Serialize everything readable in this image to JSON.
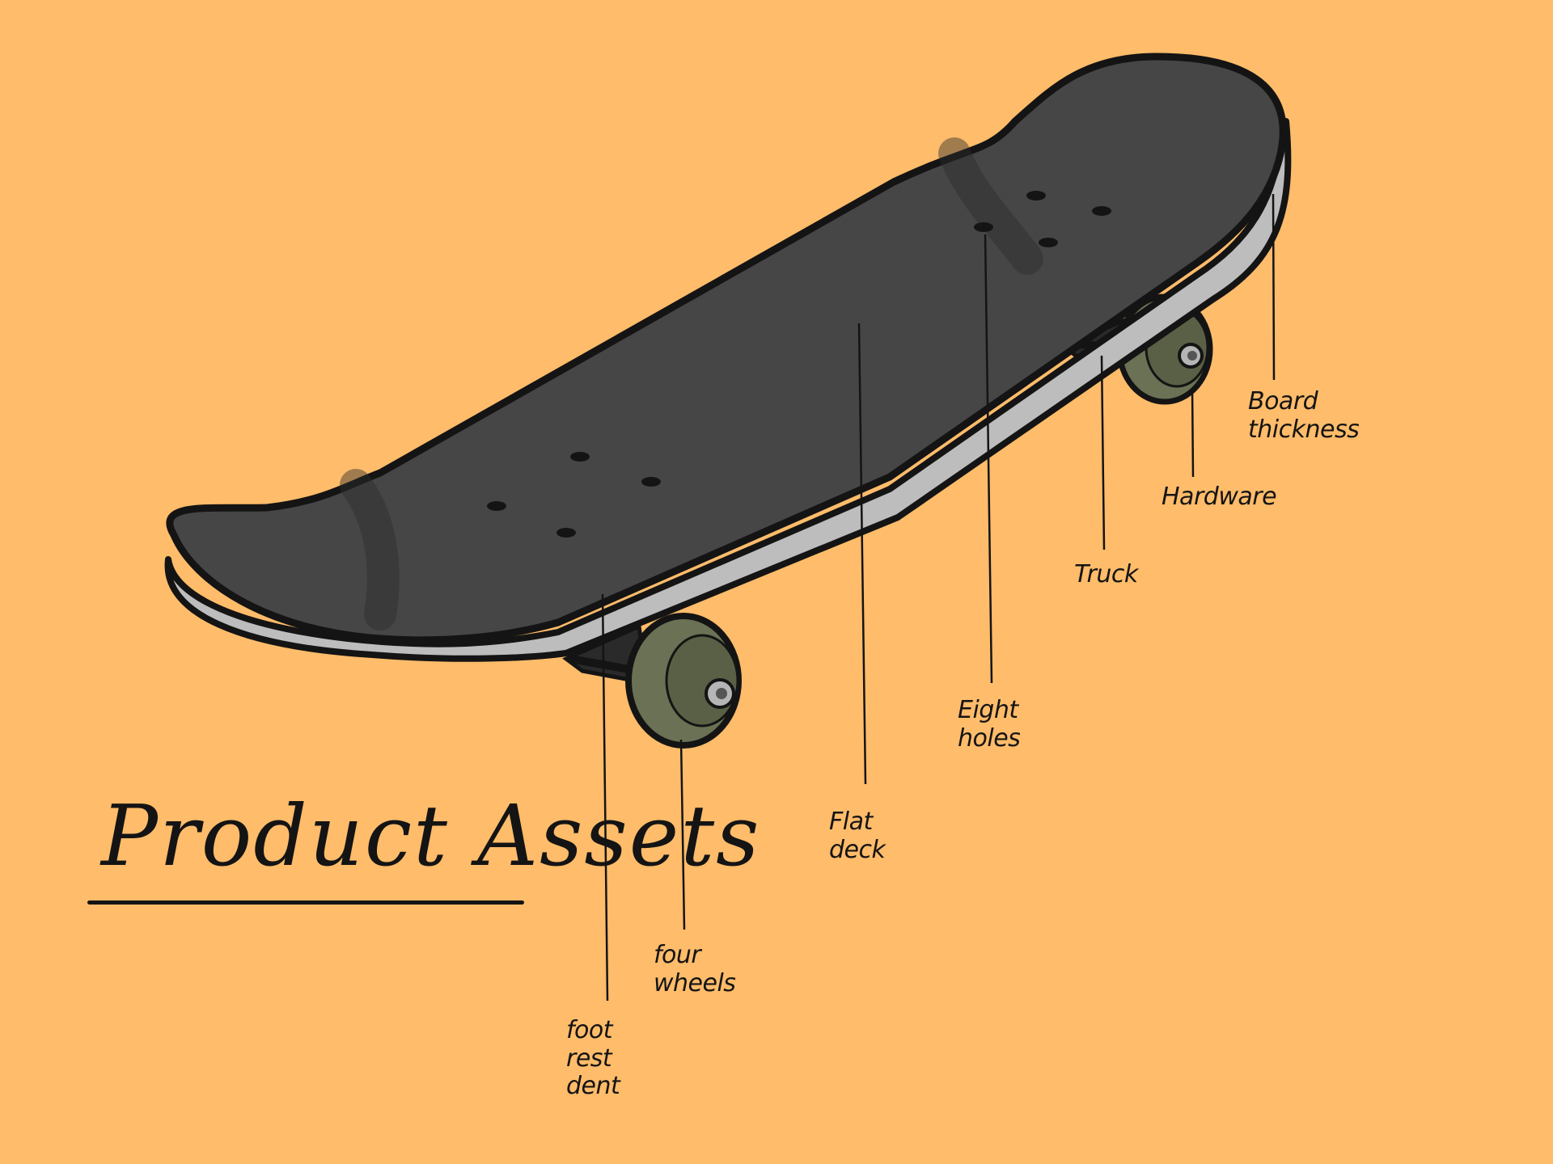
{
  "title": "Product Assets",
  "labels": {
    "foot_rest_dent": "foot\nrest\ndent",
    "four_wheels": "four\nwheels",
    "flat_deck": "Flat\ndeck",
    "eight_holes": "Eight\nholes",
    "truck": "Truck",
    "hardware": "Hardware",
    "board_thickness": "Board\nthickness"
  },
  "colors": {
    "background": "#FFBC6A",
    "deck": "#464646",
    "deck_edge": "#BDBDBD",
    "wheel": "#6B7154",
    "outline": "#141414"
  }
}
